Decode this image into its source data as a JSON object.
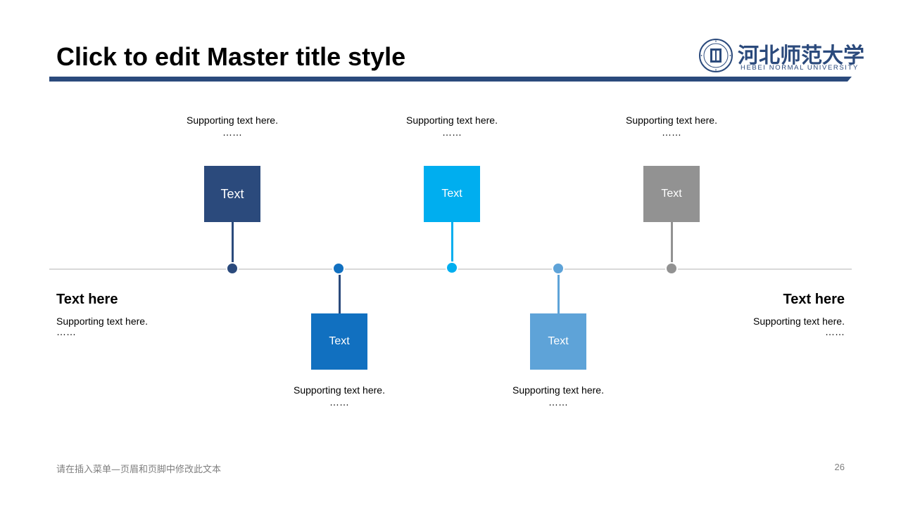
{
  "slide": {
    "title": "Click to edit Master title style",
    "logo": {
      "name_cn": "河北师范大学",
      "name_en": "HEBEI NORMAL UNIVERSITY"
    },
    "left_block": {
      "title": "Text here",
      "supporting": "Supporting  text here.",
      "ellipsis": "……"
    },
    "right_block": {
      "title": "Text here",
      "supporting": "Supporting  text here.",
      "ellipsis": "……"
    },
    "milestones": [
      {
        "label": "Text",
        "supporting": "Supporting  text here.",
        "ellipsis": "……",
        "color": "#2b4a7c"
      },
      {
        "label": "Text",
        "supporting": "Supporting  text here.",
        "ellipsis": "……",
        "color": "#1170c0"
      },
      {
        "label": "Text",
        "supporting": "Supporting  text here.",
        "ellipsis": "……",
        "color": "#00aeef"
      },
      {
        "label": "Text",
        "supporting": "Supporting  text here.",
        "ellipsis": "……",
        "color": "#5ea3d8"
      },
      {
        "label": "Text",
        "supporting": "Supporting  text here.",
        "ellipsis": "……",
        "color": "#929292"
      }
    ],
    "footer": "请在插入菜单—页眉和页脚中修改此文本",
    "page_number": "26"
  }
}
